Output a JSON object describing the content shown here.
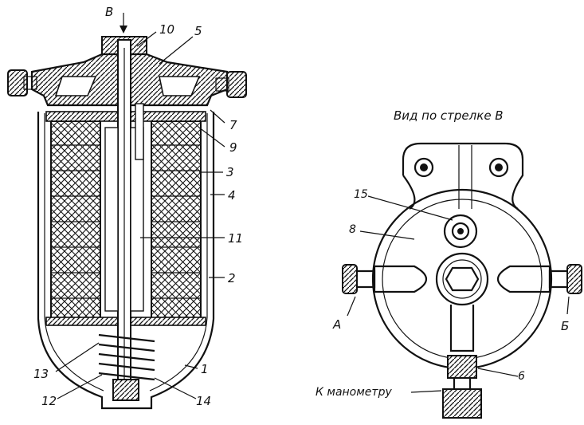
{
  "view_caption": "Вид по стрелке  В",
  "arrow_label": "В",
  "left_labels": {
    "l10": "10",
    "l5": "5",
    "l7": "7",
    "l9": "9",
    "l3": "3",
    "l4": "4",
    "l11": "11",
    "l2": "2",
    "l1": "1",
    "l13": "13",
    "l12": "12",
    "l14": "14"
  },
  "right_labels": {
    "l15": "15",
    "l8": "8",
    "lA": "А",
    "lB": "Б",
    "l6": "6",
    "manometer": "К манометру"
  }
}
